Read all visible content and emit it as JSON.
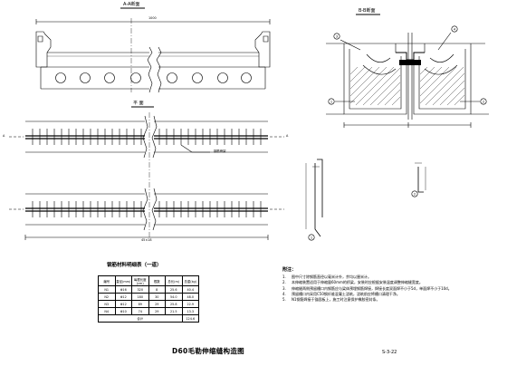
{
  "drawing": {
    "title": "D60毛勒伸缩缝构造图",
    "sheet_no": "S-3-22"
  },
  "views": {
    "section_aa": {
      "label": "A-A断面",
      "width_dim": "1000"
    },
    "section_bb": {
      "label": "B-B断面"
    },
    "plan": {
      "label": "平 面",
      "rail_label": "钢筋骨架",
      "end_mark": "A",
      "bottom_dim": "45×18"
    }
  },
  "rebar_table": {
    "caption": "钢筋材料明细表（一道）",
    "headers": [
      "编号",
      "直径(mm)",
      "每根长度(cm)",
      "根数",
      "总长(m)",
      "总重(kg)"
    ],
    "rows": [
      [
        "N1",
        "Φ16",
        "320",
        "8",
        "25.6",
        "40.4"
      ],
      [
        "N2",
        "Φ12",
        "180",
        "30",
        "54.0",
        "48.0"
      ],
      [
        "N3",
        "Φ12",
        "89",
        "29",
        "25.8",
        "22.9"
      ],
      [
        "N4",
        "Φ10",
        "74",
        "29",
        "21.5",
        "13.3"
      ]
    ],
    "total_label": "合计",
    "total_value": "124.6"
  },
  "notes": {
    "heading": "附注：",
    "items": [
      "图中尺寸除钢筋直径以毫米计外，余均以厘米计。",
      "本伸缩装置适用于伸缩量60mm的桥梁，安装时应根据安装温度调整伸缩缝宽度。",
      "伸缩缝两侧预留槽口内钢筋应与梁体预埋钢筋焊接，焊接长度双面焊不小于5d，单面焊不小于10d。",
      "预留槽口内采用C50钢纤维混凝土浇筑，浇筑前应将槽口清理干净。",
      "N1钢筋焊接于锚固板上，施工时注意保护橡胶密封条。"
    ]
  }
}
